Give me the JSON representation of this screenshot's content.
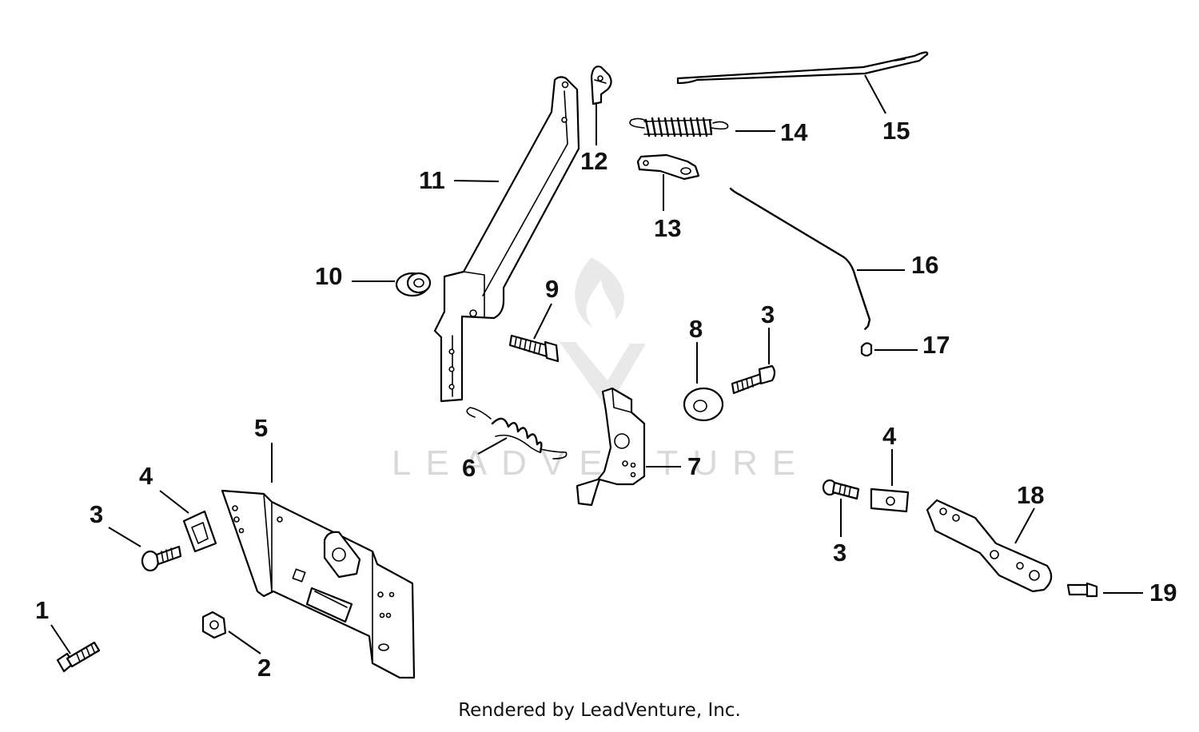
{
  "watermark": {
    "text": "LEADVENTURE"
  },
  "credit": "Rendered by LeadVenture, Inc.",
  "callouts": {
    "c1": "1",
    "c2": "2",
    "c3a": "3",
    "c3b": "3",
    "c3c": "3",
    "c4a": "4",
    "c4b": "4",
    "c5": "5",
    "c6": "6",
    "c7": "7",
    "c8": "8",
    "c9": "9",
    "c10": "10",
    "c11": "11",
    "c12": "12",
    "c13": "13",
    "c14": "14",
    "c15": "15",
    "c16": "16",
    "c17": "17",
    "c18": "18",
    "c19": "19"
  }
}
